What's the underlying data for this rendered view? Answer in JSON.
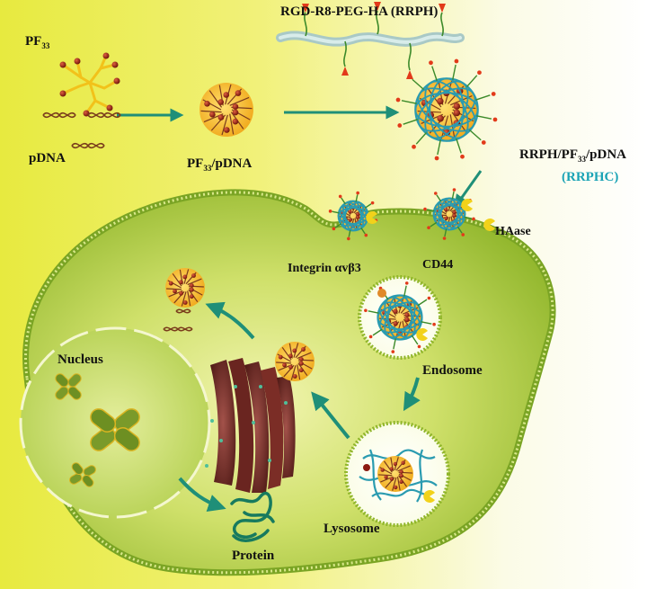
{
  "labels": {
    "pf": "PF",
    "pf_sub": "33",
    "pdna": "pDNA",
    "pf_pdna_main": "PF",
    "pf_pdna_sub": "33",
    "pf_pdna_tail": "/pDNA",
    "rrph": "RGD-R8-PEG-HA (RRPH)",
    "rrphc_line1_a": "RRPH/PF",
    "rrphc_line1_sub": "33",
    "rrphc_line1_b": "/pDNA",
    "rrphc_line2": "(RRPHC)",
    "haase": "HAase",
    "cd44": "CD44",
    "integrin": "Integrin αvβ3",
    "endosome": "Endosome",
    "lysosome": "Lysosome",
    "nucleus": "Nucleus",
    "protein": "Protein"
  },
  "colors": {
    "polymer_yellow": "#f2c21a",
    "core_red": "#8b1a10",
    "hyaluronan_teal": "#2a9bb0",
    "peptide_green": "#3c8a2a",
    "peptide_red": "#e23a1a",
    "cell_green": "#a8c93a",
    "arrow_teal": "#1f8f78",
    "accent_label": "#1aa3b5"
  },
  "icons": {
    "pf33": "branched-polymer-icon",
    "pdna": "dna-helix-icon",
    "nanoparticle": "polyplex-nanoparticle-icon",
    "coated_nanoparticle": "coated-nanoparticle-icon",
    "golgi": "golgi-apparatus-icon",
    "chromosome": "chromosome-icon",
    "protein": "protein-ribbon-icon"
  }
}
